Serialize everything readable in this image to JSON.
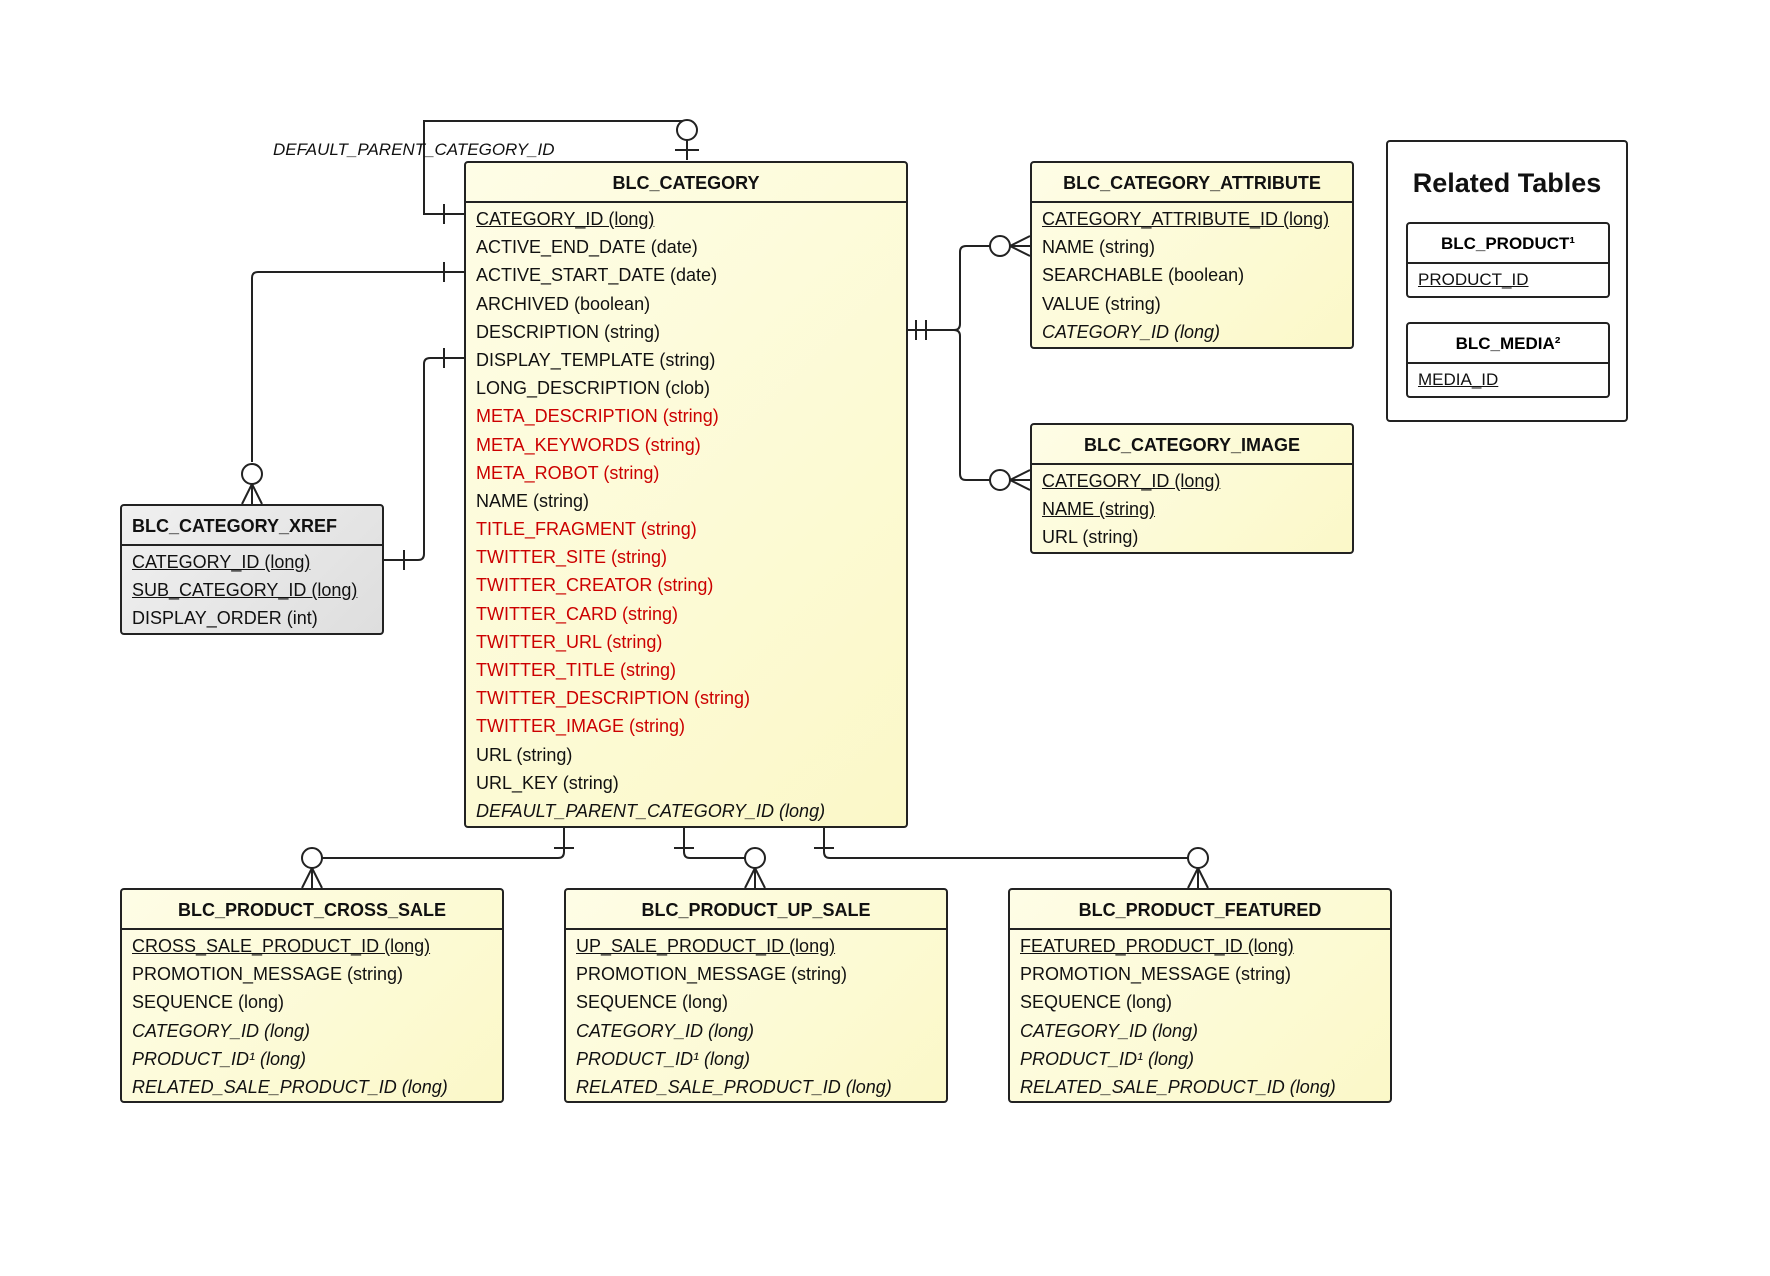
{
  "diagram": {
    "self_relation_label": "DEFAULT_PARENT_CATEGORY_ID"
  },
  "entities": {
    "category": {
      "title": "BLC_CATEGORY",
      "fields": [
        {
          "text": "CATEGORY_ID (long)",
          "style": "pk"
        },
        {
          "text": "ACTIVE_END_DATE (date)",
          "style": ""
        },
        {
          "text": "ACTIVE_START_DATE (date)",
          "style": ""
        },
        {
          "text": "ARCHIVED (boolean)",
          "style": ""
        },
        {
          "text": "DESCRIPTION (string)",
          "style": ""
        },
        {
          "text": "DISPLAY_TEMPLATE (string)",
          "style": ""
        },
        {
          "text": "LONG_DESCRIPTION (clob)",
          "style": ""
        },
        {
          "text": "META_DESCRIPTION (string)",
          "style": "red"
        },
        {
          "text": "META_KEYWORDS (string)",
          "style": "red"
        },
        {
          "text": "META_ROBOT (string)",
          "style": "red"
        },
        {
          "text": "NAME (string)",
          "style": ""
        },
        {
          "text": "TITLE_FRAGMENT (string)",
          "style": "red"
        },
        {
          "text": "TWITTER_SITE (string)",
          "style": "red"
        },
        {
          "text": "TWITTER_CREATOR (string)",
          "style": "red"
        },
        {
          "text": "TWITTER_CARD (string)",
          "style": "red"
        },
        {
          "text": "TWITTER_URL (string)",
          "style": "red"
        },
        {
          "text": "TWITTER_TITLE (string)",
          "style": "red"
        },
        {
          "text": "TWITTER_DESCRIPTION (string)",
          "style": "red"
        },
        {
          "text": "TWITTER_IMAGE (string)",
          "style": "red"
        },
        {
          "text": "URL (string)",
          "style": ""
        },
        {
          "text": "URL_KEY (string)",
          "style": ""
        },
        {
          "text": "DEFAULT_PARENT_CATEGORY_ID (long)",
          "style": "fk"
        }
      ]
    },
    "category_attribute": {
      "title": "BLC_CATEGORY_ATTRIBUTE",
      "fields": [
        {
          "text": "CATEGORY_ATTRIBUTE_ID (long)",
          "style": "pk"
        },
        {
          "text": "NAME (string)",
          "style": ""
        },
        {
          "text": "SEARCHABLE (boolean)",
          "style": ""
        },
        {
          "text": "VALUE (string)",
          "style": ""
        },
        {
          "text": "CATEGORY_ID (long)",
          "style": "fk"
        }
      ]
    },
    "category_image": {
      "title": "BLC_CATEGORY_IMAGE",
      "fields": [
        {
          "text": "CATEGORY_ID (long)",
          "style": "pk"
        },
        {
          "text": "NAME (string)",
          "style": "pk"
        },
        {
          "text": "URL (string)",
          "style": ""
        }
      ]
    },
    "category_xref": {
      "title": "BLC_CATEGORY_XREF",
      "fields": [
        {
          "text": "CATEGORY_ID (long)",
          "style": "pk"
        },
        {
          "text": "SUB_CATEGORY_ID (long)",
          "style": "pk"
        },
        {
          "text": "DISPLAY_ORDER (int)",
          "style": ""
        }
      ]
    },
    "cross_sale": {
      "title": "BLC_PRODUCT_CROSS_SALE",
      "fields": [
        {
          "text": "CROSS_SALE_PRODUCT_ID (long)",
          "style": "pk"
        },
        {
          "text": "PROMOTION_MESSAGE (string)",
          "style": ""
        },
        {
          "text": "SEQUENCE (long)",
          "style": ""
        },
        {
          "text": "CATEGORY_ID (long)",
          "style": "fk"
        },
        {
          "text": "PRODUCT_ID¹ (long)",
          "style": "fk"
        },
        {
          "text": "RELATED_SALE_PRODUCT_ID (long)",
          "style": "fk"
        }
      ]
    },
    "up_sale": {
      "title": "BLC_PRODUCT_UP_SALE",
      "fields": [
        {
          "text": "UP_SALE_PRODUCT_ID (long)",
          "style": "pk"
        },
        {
          "text": "PROMOTION_MESSAGE (string)",
          "style": ""
        },
        {
          "text": "SEQUENCE (long)",
          "style": ""
        },
        {
          "text": "CATEGORY_ID (long)",
          "style": "fk"
        },
        {
          "text": "PRODUCT_ID¹ (long)",
          "style": "fk"
        },
        {
          "text": "RELATED_SALE_PRODUCT_ID (long)",
          "style": "fk"
        }
      ]
    },
    "featured": {
      "title": "BLC_PRODUCT_FEATURED",
      "fields": [
        {
          "text": "FEATURED_PRODUCT_ID (long)",
          "style": "pk"
        },
        {
          "text": "PROMOTION_MESSAGE (string)",
          "style": ""
        },
        {
          "text": "SEQUENCE (long)",
          "style": ""
        },
        {
          "text": "CATEGORY_ID (long)",
          "style": "fk"
        },
        {
          "text": "PRODUCT_ID¹ (long)",
          "style": "fk"
        },
        {
          "text": "RELATED_SALE_PRODUCT_ID (long)",
          "style": "fk"
        }
      ]
    }
  },
  "related": {
    "title": "Related Tables",
    "product": {
      "title": "BLC_PRODUCT¹",
      "field": "PRODUCT_ID"
    },
    "media": {
      "title": "BLC_MEDIA²",
      "field": "MEDIA_ID"
    }
  },
  "colors": {
    "entity_fill": "#fcf9cf",
    "xref_fill": "#e6e6e6",
    "line": "#222222",
    "red_field": "#cc0000"
  }
}
